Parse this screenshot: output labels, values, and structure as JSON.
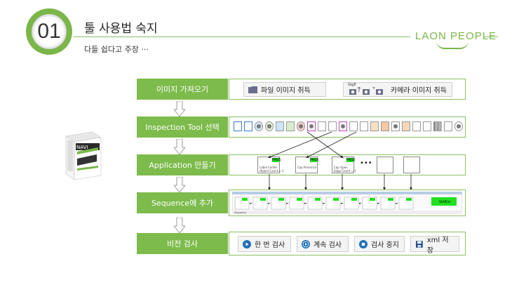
{
  "slide": {
    "number": "01",
    "title": "툴 사용법 숙지",
    "subtitle": "다들 쉽다고 주장 ···",
    "logo": "LAON PEOPLE"
  },
  "product": {
    "label": "NAVI"
  },
  "steps": [
    {
      "label": "이미지 가져오기"
    },
    {
      "label": "Inspection Tool 선택"
    },
    {
      "label": "Application 만들기"
    },
    {
      "label": "Sequence에 추가"
    },
    {
      "label": "비전 검사"
    }
  ],
  "image_panel": {
    "file_button": "파일 이미지 취득",
    "camera_button": "카메라 이미지 취득",
    "gige_label": "GigE"
  },
  "application_panel": {
    "pass_label": "PASS",
    "ellipsis": "•••",
    "boxes": [
      {
        "line1": "Label Center",
        "line2": "Object Count = 1"
      },
      {
        "line1": "Cap Presence",
        "line2": ""
      },
      {
        "line1": "Cap Open",
        "line2": "Edge Count = 1"
      }
    ]
  },
  "sequence_panel": {
    "result_label": "SEARCH",
    "footer_label": "Sequence"
  },
  "inspection_panel": {
    "buttons": [
      {
        "label": "한 번 검사"
      },
      {
        "label": "계속 검사"
      },
      {
        "label": "검사 중지"
      },
      {
        "label": "xml 저장"
      }
    ]
  },
  "colors": {
    "accent": "#7dbb4c",
    "pass": "#21e021",
    "button_blue": "#1d6fb8"
  }
}
